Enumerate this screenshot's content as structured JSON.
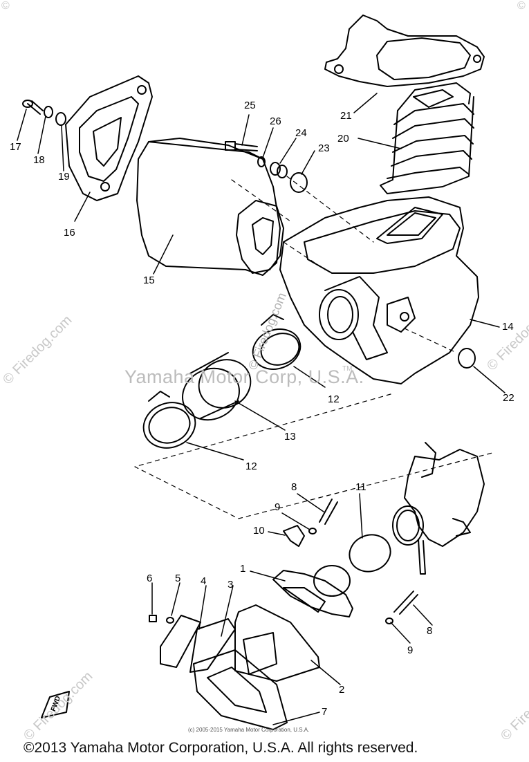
{
  "labels": {
    "p1": "1",
    "p2": "2",
    "p3": "3",
    "p4": "4",
    "p5": "5",
    "p6": "6",
    "p7": "7",
    "p8a": "8",
    "p8b": "8",
    "p9a": "9",
    "p9b": "9",
    "p10": "10",
    "p11": "11",
    "p12a": "12",
    "p12b": "12",
    "p13": "13",
    "p14": "14",
    "p15": "15",
    "p16": "16",
    "p17": "17",
    "p18": "18",
    "p19": "19",
    "p20": "20",
    "p21": "21",
    "p22": "22",
    "p23": "23",
    "p24": "24",
    "p25": "25",
    "p26": "26"
  },
  "fwd_label": "FWD",
  "watermarks": {
    "center": "Yamaha Motor Corp, U.S.A.",
    "tm": "TM",
    "diagonal": "© Firedog.com",
    "side": "© Firedog.com",
    "corner": "©"
  },
  "small_copyright": "(c) 2005-2015 Yamaha Motor Corporation, U.S.A.",
  "footer": "©2013 Yamaha Motor Corporation, U.S.A. All rights reserved."
}
